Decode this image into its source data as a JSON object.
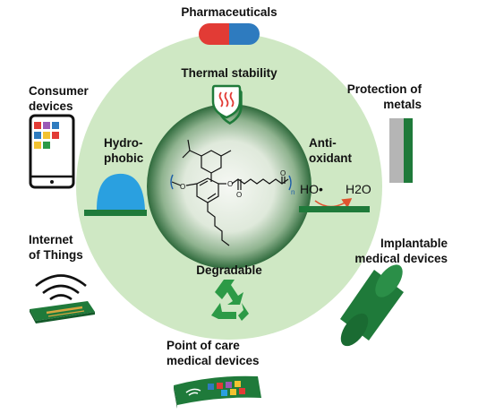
{
  "labels": {
    "pharmaceuticals": "Pharmaceuticals",
    "thermal_stability": "Thermal stability",
    "consumer_devices_1": "Consumer",
    "consumer_devices_2": "devices",
    "protection_of_metals_1": "Protection of",
    "protection_of_metals_2": "metals",
    "hydrophobic_1": "Hydro-",
    "hydrophobic_2": "phobic",
    "antioxidant_1": "Anti-",
    "antioxidant_2": "oxidant",
    "internet_of_things_1": "Internet",
    "internet_of_things_2": "of Things",
    "implantable_1": "Implantable",
    "implantable_2": "medical devices",
    "degradable": "Degradable",
    "point_of_care_1": "Point of care",
    "point_of_care_2": "medical devices"
  },
  "reaction": {
    "reactant": "HO•",
    "product": "H2O"
  },
  "molecule": {
    "oxygen_left": "O",
    "oxygen_right": "O",
    "carbonyl_o1": "O",
    "carbonyl_o2": "O",
    "repeat_index": "n"
  },
  "colors": {
    "outer_disc": "#cfe8c4",
    "inner_sphere_edge": "#2f6a3c",
    "inner_sphere_center": "#f4f6f2",
    "dark_green": "#1f7a3a",
    "capsule_red": "#e23b35",
    "capsule_blue": "#2e7bbf",
    "droplet_blue": "#2aa0e0",
    "metal_grey": "#b5b5b5",
    "recycle_green": "#2c9a46",
    "arrow_red": "#e0542f",
    "repeat_blue": "#1f5fa8"
  },
  "icons": [
    "capsule-icon",
    "thermal-shield-icon",
    "smartphone-icon",
    "metal-plate-icon",
    "water-droplet-icon",
    "wireless-sensor-icon",
    "implant-cylinder-icon",
    "recycle-icon",
    "flexible-patch-icon"
  ]
}
